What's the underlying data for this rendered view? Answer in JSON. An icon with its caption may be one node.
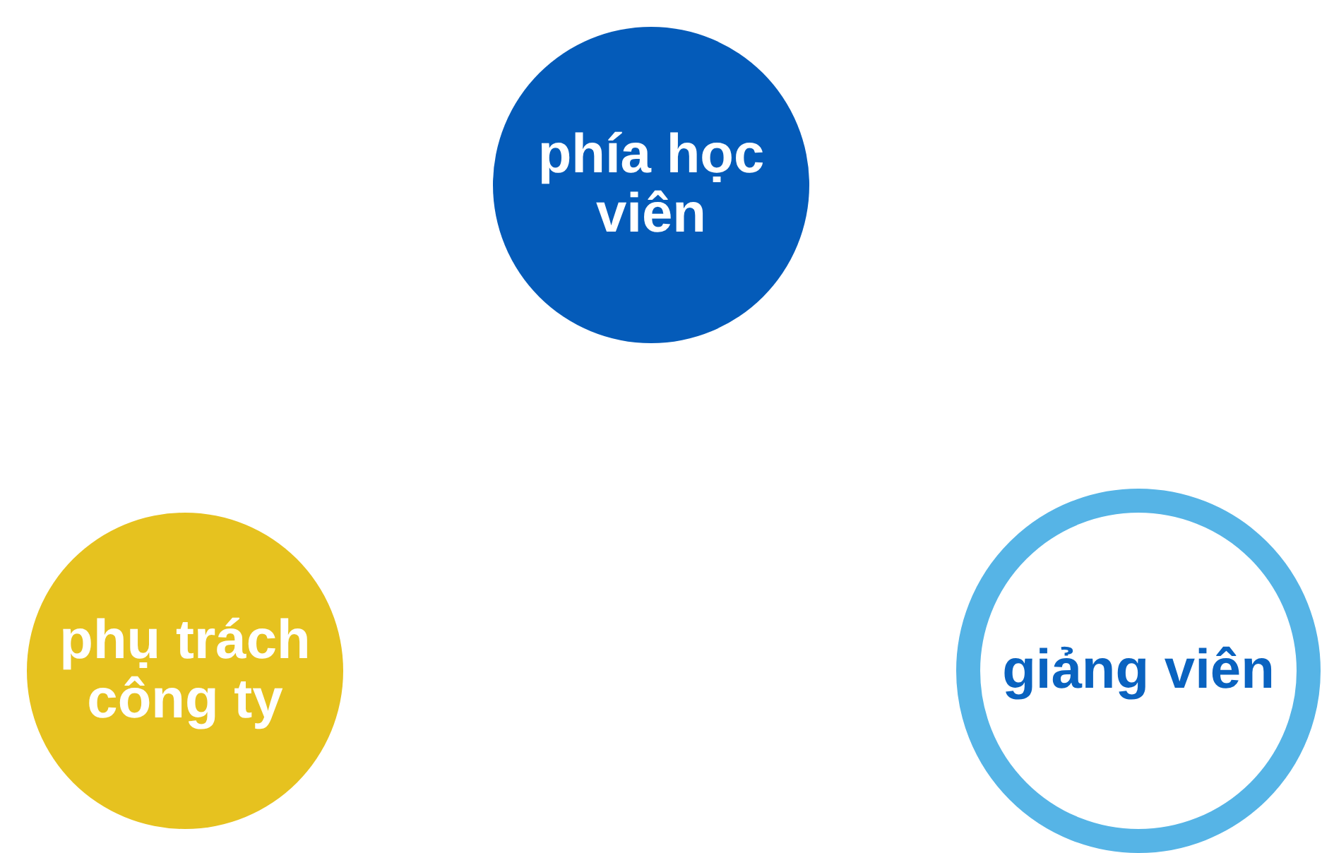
{
  "diagram": {
    "nodes": [
      {
        "text": [
          "phía học viên"
        ]
      },
      {
        "text": [
          "phụ trách công ty"
        ]
      },
      {
        "text": [
          "giảng viên"
        ]
      }
    ]
  }
}
